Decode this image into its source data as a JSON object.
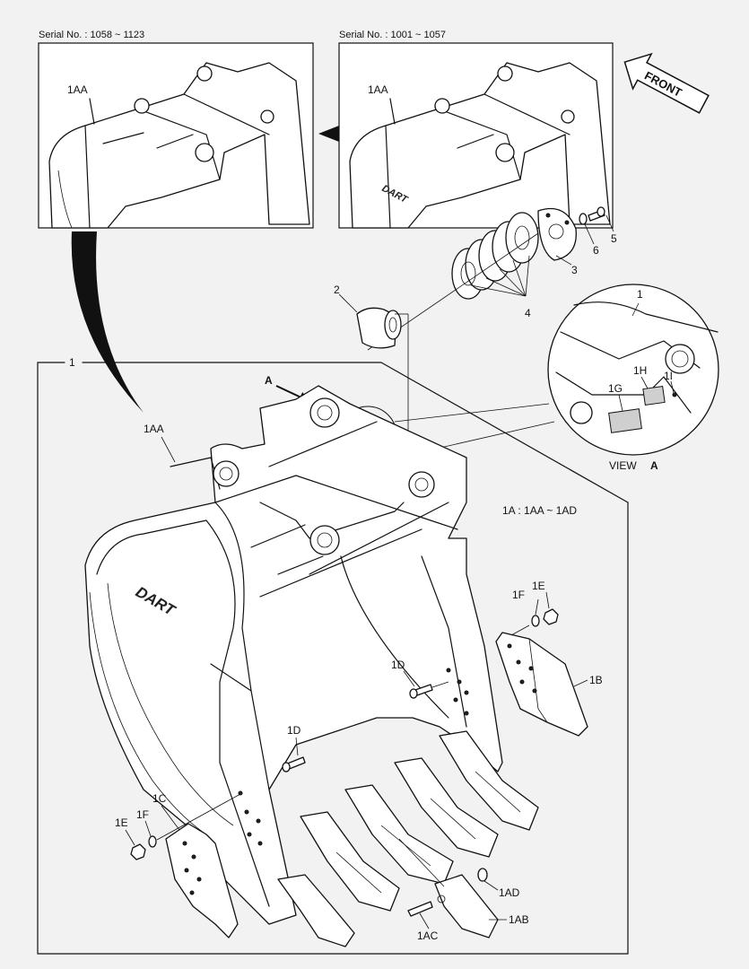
{
  "panels": {
    "left_serial": "Serial No. : 1058 ~ 1123",
    "right_serial": "Serial No. : 1001 ~ 1057"
  },
  "direction": {
    "front": "FRONT"
  },
  "view": {
    "label": "VIEW",
    "letter": "A"
  },
  "arrow_letter": "A",
  "note": "1A : 1AA ~ 1AD",
  "callouts": {
    "c1": "1",
    "c1aa_left": "1AA",
    "c1aa_right": "1AA",
    "c1aa_main": "1AA",
    "c1_view": "1",
    "c1g": "1G",
    "c1h": "1H",
    "c1i": "1I",
    "c2": "2",
    "c3": "3",
    "c4": "4",
    "c5": "5",
    "c6": "6",
    "c1b": "1B",
    "c1c": "1C",
    "c1d_upper": "1D",
    "c1d_lower": "1D",
    "c1e_right": "1E",
    "c1f_right": "1F",
    "c1e_left": "1E",
    "c1f_left": "1F",
    "c1ad": "1AD",
    "c1ab": "1AB",
    "c1ac": "1AC"
  }
}
